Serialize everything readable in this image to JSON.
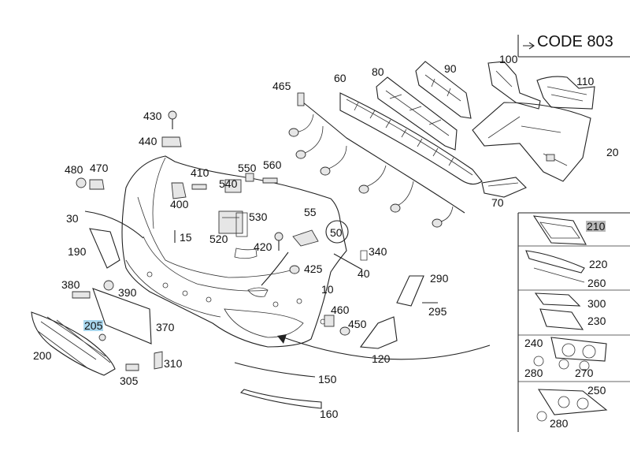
{
  "code_label": "CODE 803",
  "parts": {
    "p10": "10",
    "p15": "15",
    "p20": "20",
    "p30": "30",
    "p40": "40",
    "p50": "50",
    "p55": "55",
    "p60": "60",
    "p70": "70",
    "p80": "80",
    "p90": "90",
    "p100": "100",
    "p110": "110",
    "p120": "120",
    "p150": "150",
    "p160": "160",
    "p190": "190",
    "p200": "200",
    "p205": "205",
    "p210": "210",
    "p220": "220",
    "p230": "230",
    "p240": "240",
    "p250": "250",
    "p260": "260",
    "p270": "270",
    "p280a": "280",
    "p280b": "280",
    "p290": "290",
    "p295": "295",
    "p300": "300",
    "p305": "305",
    "p310": "310",
    "p340": "340",
    "p370": "370",
    "p380": "380",
    "p390": "390",
    "p400": "400",
    "p410": "410",
    "p420": "420",
    "p425": "425",
    "p430": "430",
    "p440": "440",
    "p450": "450",
    "p460": "460",
    "p465": "465",
    "p470": "470",
    "p480": "480",
    "p520": "520",
    "p530": "530",
    "p540": "540",
    "p550": "550",
    "p560": "560"
  },
  "colors": {
    "highlight_blue": "#a9d7ee",
    "highlight_gray": "#b9b9b9",
    "line": "#222222"
  }
}
